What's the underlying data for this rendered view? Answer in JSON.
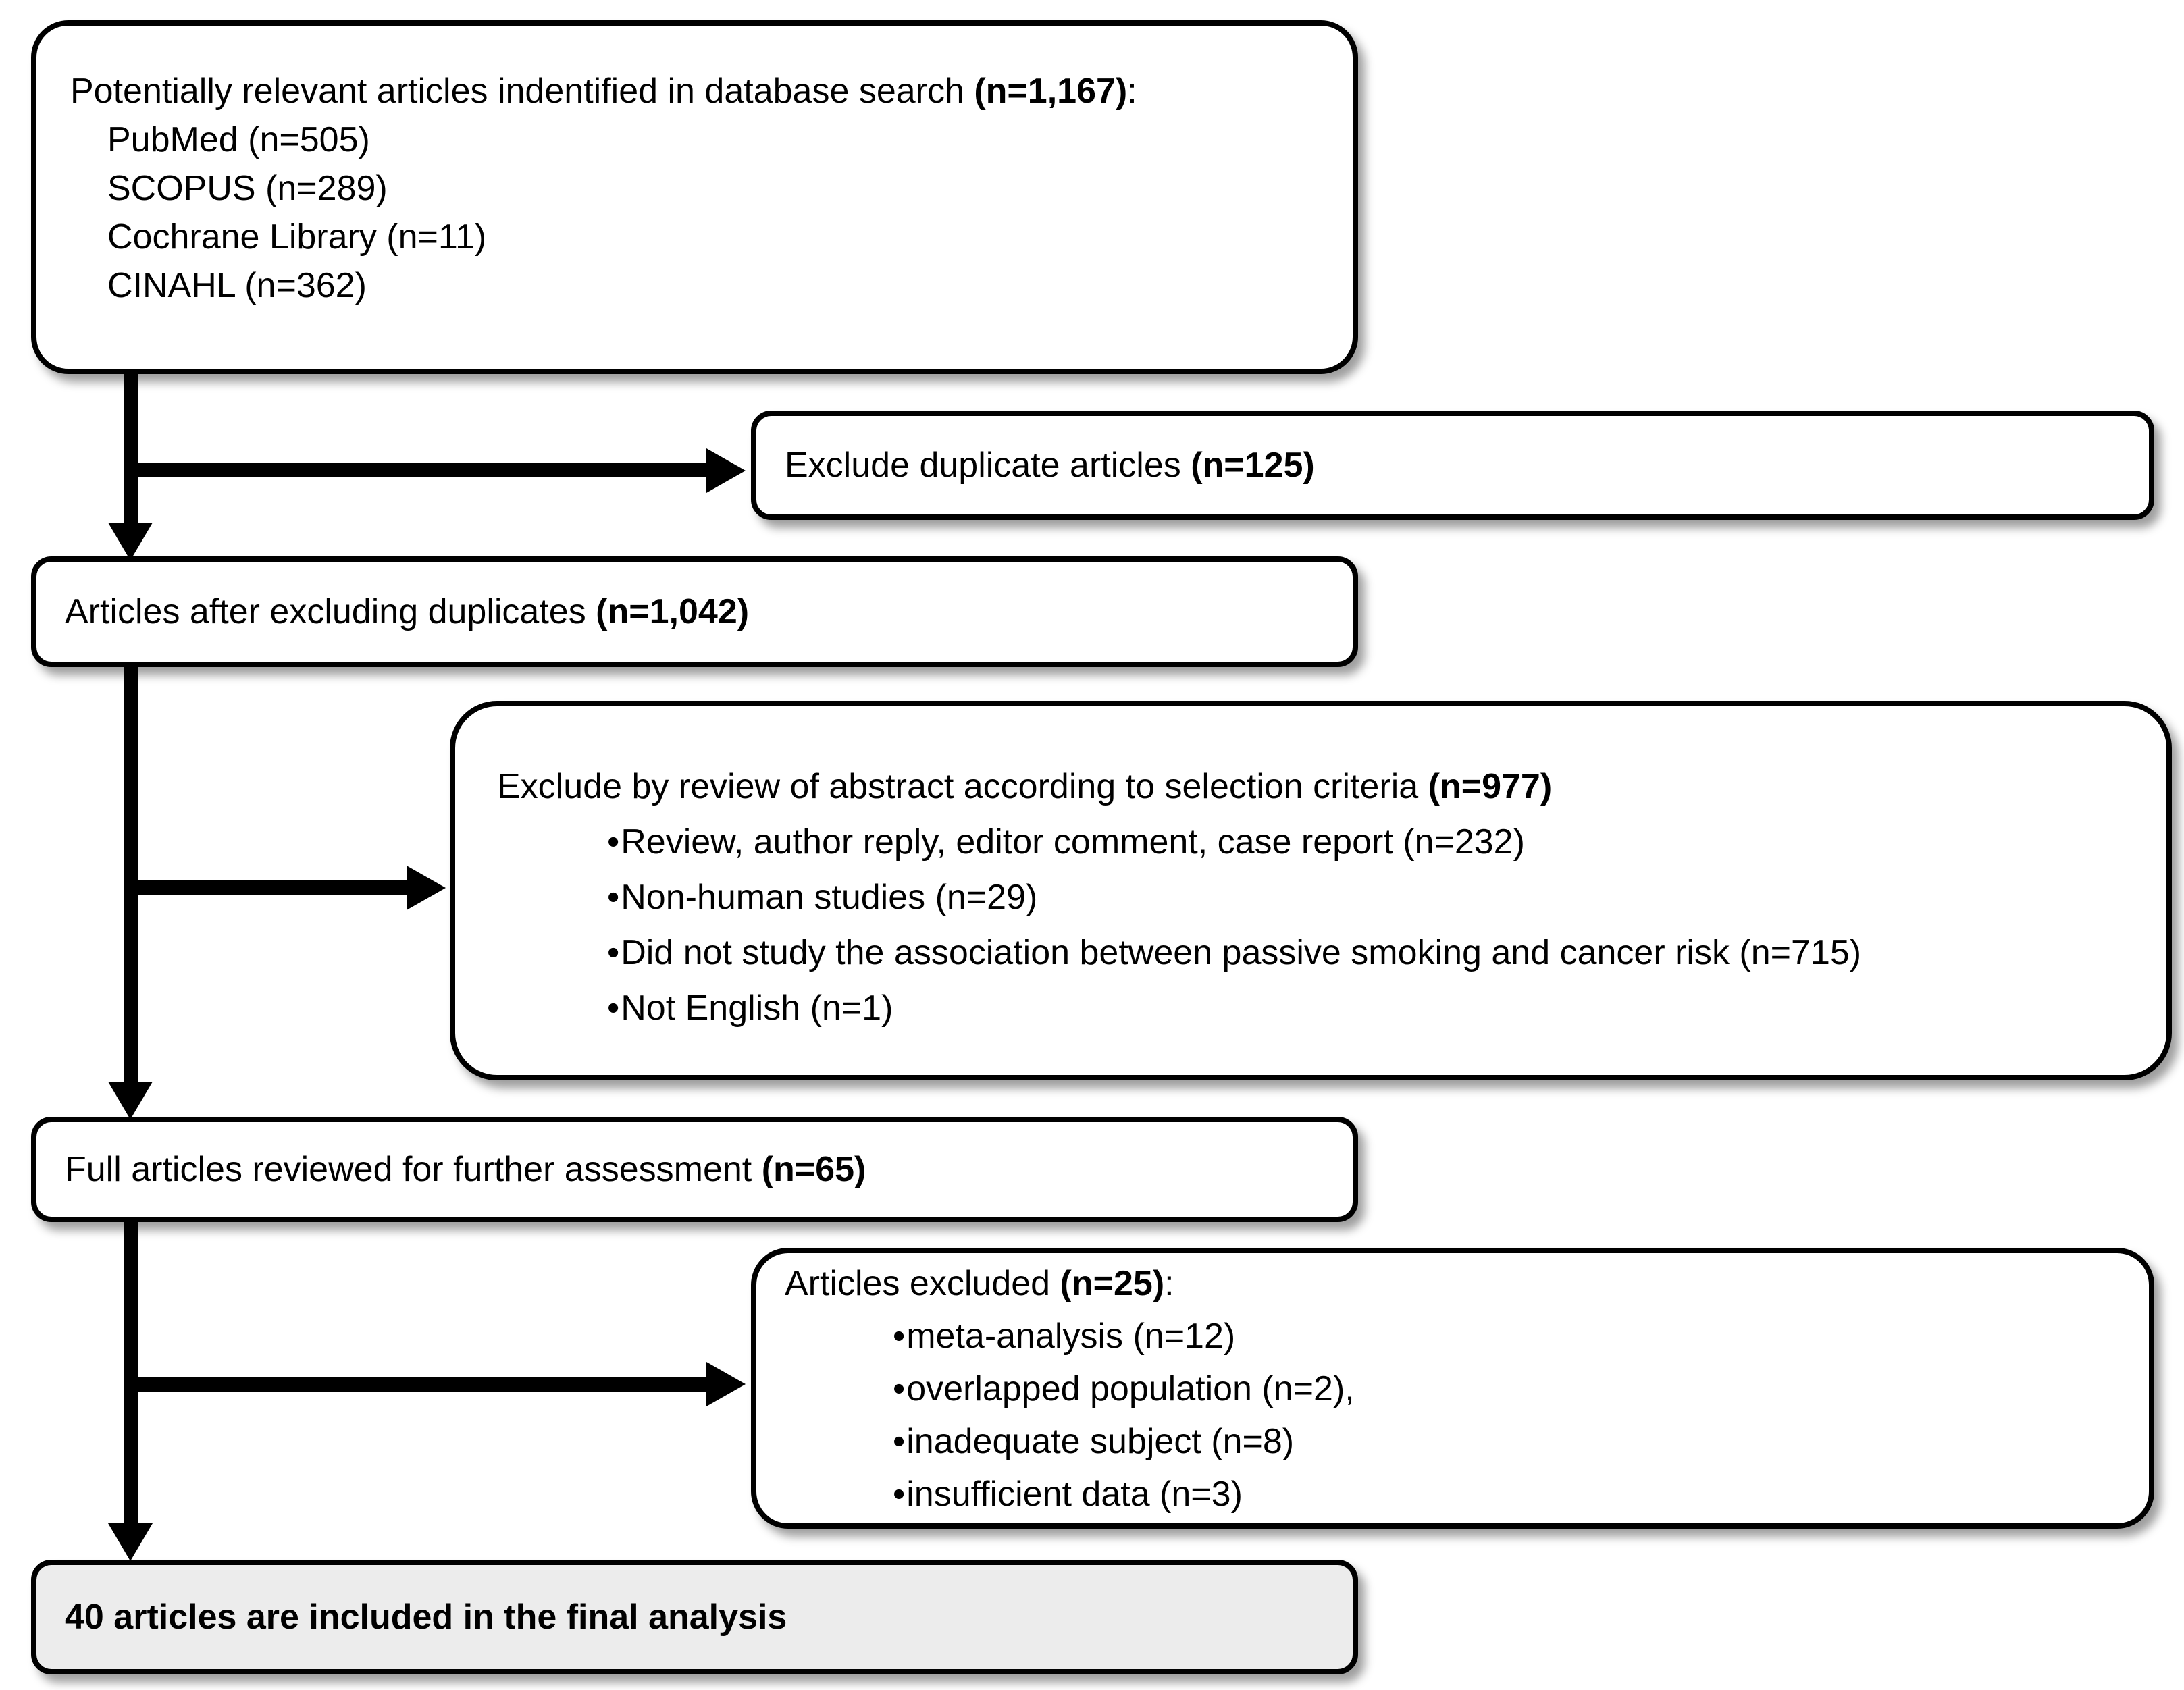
{
  "colors": {
    "line": "#000000",
    "box_border": "#000000",
    "box_fill": "#ffffff",
    "final_box_fill": "#ececec"
  },
  "bullet_char": "•",
  "box1": {
    "pre": "Potentially relevant articles indentified in database search ",
    "count": "(n=1,167)",
    "post": ":",
    "items": [
      "PubMed (n=505)",
      "SCOPUS (n=289)",
      "Cochrane Library (n=11)",
      "CINAHL (n=362)"
    ]
  },
  "box2": {
    "pre": "Exclude duplicate articles ",
    "count": "(n=125)",
    "post": ""
  },
  "box3": {
    "pre": "Articles after excluding duplicates ",
    "count": "(n=1,042)",
    "post": ""
  },
  "box4": {
    "pre": "Exclude by review of abstract according to selection criteria ",
    "count": "(n=977)",
    "post": "",
    "items": [
      "Review, author reply, editor comment, case report (n=232)",
      "Non-human studies (n=29)",
      "Did not study the association between passive smoking and cancer risk (n=715)",
      "Not English (n=1)"
    ]
  },
  "box5": {
    "pre": "Full articles reviewed for further assessment ",
    "count": "(n=65)",
    "post": ""
  },
  "box6": {
    "pre": "Articles excluded ",
    "count": "(n=25)",
    "post": ":",
    "items": [
      "meta-analysis (n=12)",
      "overlapped population (n=2),",
      "inadequate subject (n=8)",
      "insufficient data (n=3)"
    ]
  },
  "box7": {
    "text": "40 articles are included in the final analysis"
  }
}
